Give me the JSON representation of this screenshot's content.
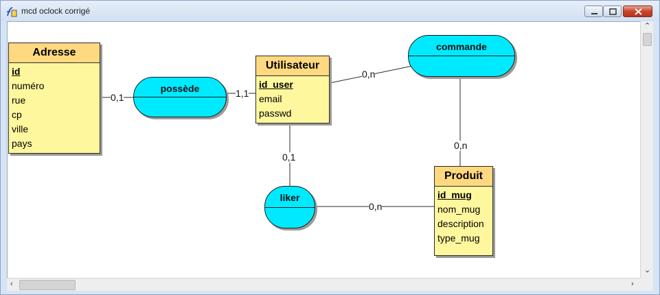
{
  "window": {
    "title": "mcd oclock corrigé"
  },
  "entities": {
    "adresse": {
      "name": "Adresse",
      "attributes": [
        "id",
        "numéro",
        "rue",
        "cp",
        "ville",
        "pays"
      ]
    },
    "utilisateur": {
      "name": "Utilisateur",
      "attributes": [
        "id_user",
        "email",
        "passwd"
      ]
    },
    "produit": {
      "name": "Produit",
      "attributes": [
        "id_mug",
        "nom_mug",
        "description",
        "type_mug"
      ]
    }
  },
  "associations": {
    "possede": "possède",
    "commande": "commande",
    "liker": "liker"
  },
  "cardinalities": {
    "adresse_possede": "0,1",
    "utilisateur_possede": "1,1",
    "utilisateur_commande": "0,n",
    "produit_commande": "0,n",
    "utilisateur_liker": "0,1",
    "produit_liker": "0,n"
  },
  "colors": {
    "entity_header": "#ffd980",
    "entity_body": "#fff79e",
    "association": "#00eaff"
  }
}
